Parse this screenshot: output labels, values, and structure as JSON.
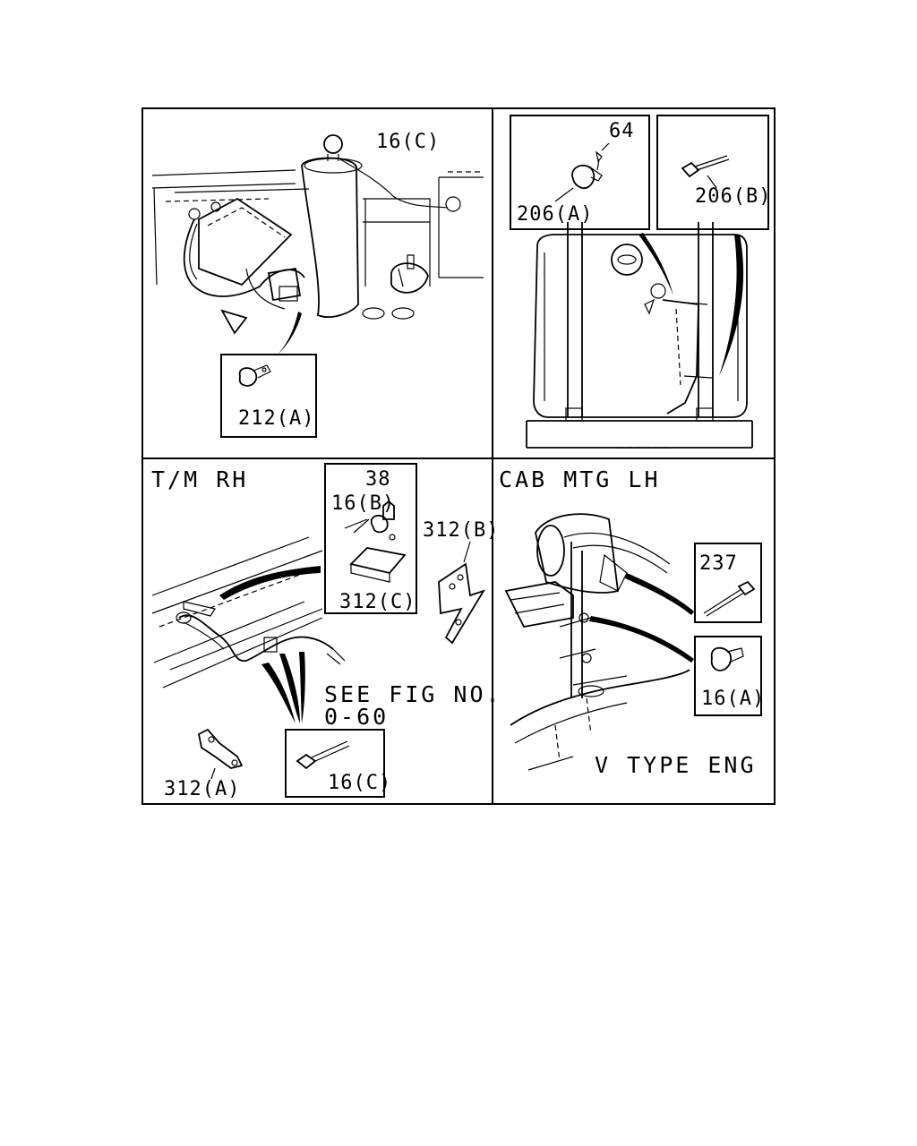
{
  "panels": {
    "top_left": {
      "callouts": [
        "16(C)",
        "212(A)"
      ]
    },
    "top_right": {
      "callouts": [
        "64",
        "206(A)",
        "206(B)"
      ]
    },
    "bottom_left": {
      "title": "T/M RH",
      "callouts": [
        "38",
        "16(B)",
        "312(C)",
        "312(B)",
        "312(A)",
        "16(C)"
      ],
      "note_line1": "SEE FIG NO.",
      "note_line2": "0-60"
    },
    "bottom_right": {
      "title": "CAB MTG LH",
      "callouts": [
        "237",
        "16(A)"
      ],
      "footer": "V TYPE ENG"
    }
  }
}
